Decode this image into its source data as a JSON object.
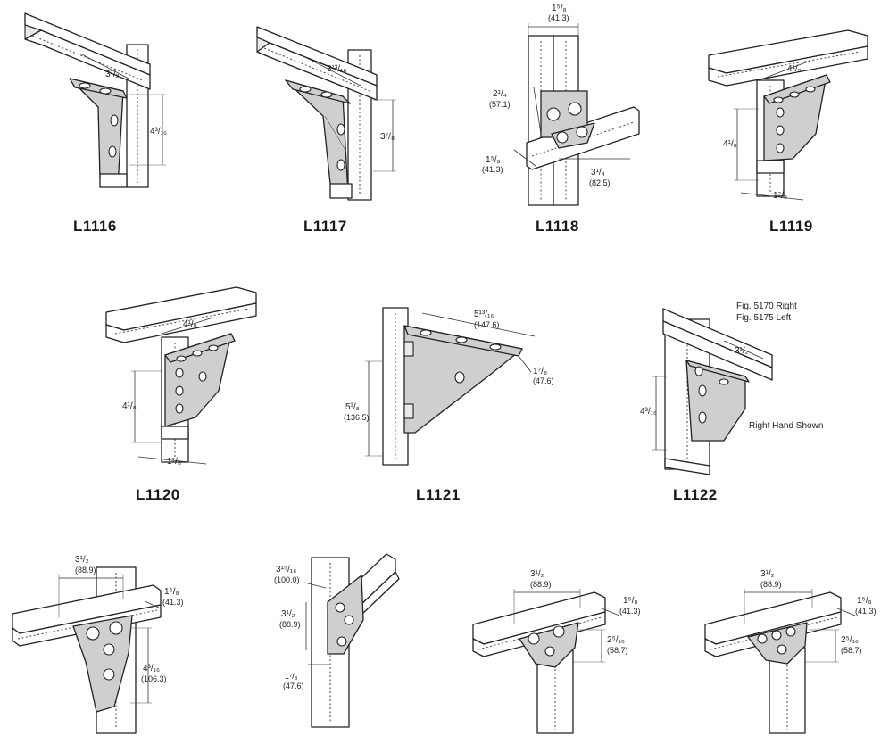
{
  "figures": [
    {
      "label": "L1116",
      "dims": [
        "3¹/₂",
        "4³/₁₆"
      ]
    },
    {
      "label": "L1117",
      "dims": [
        "3¹³/₁₆",
        "3⁷/₈"
      ]
    },
    {
      "label": "L1118",
      "dims": [
        "1⁵/₈",
        "(41.3)",
        "2¹/₄",
        "(57.1)",
        "1⁵/₈",
        "(41.3)",
        "3¹/₄",
        "(82.5)"
      ]
    },
    {
      "label": "L1119",
      "dims": [
        "4¹/₈",
        "4¹/₈",
        "1⁷/₈"
      ]
    },
    {
      "label": "L1120",
      "dims": [
        "4¹/₈",
        "4¹/₈",
        "1⁷/₈"
      ]
    },
    {
      "label": "L1121",
      "dims": [
        "5¹³/₁₆",
        "(147.6)",
        "1⁷/₈",
        "(47.6)",
        "5³/₈",
        "(136.5)"
      ]
    },
    {
      "label": "L1122",
      "dims": [
        "3¹/₂",
        "4³/₁₆"
      ],
      "notes": [
        "Fig. 5170 Right",
        "Fig. 5175 Left",
        "Right Hand Shown"
      ]
    },
    {
      "label": "",
      "dims": [
        "3¹/₂",
        "(88.9)",
        "1⁵/₈",
        "(41.3)",
        "4³/₁₆",
        "(106.3)"
      ]
    },
    {
      "label": "",
      "dims": [
        "3¹⁵/₁₆",
        "(100.0)",
        "3¹/₂",
        "(88.9)",
        "1⁷/₈",
        "(47.6)"
      ]
    },
    {
      "label": "",
      "dims": [
        "3¹/₂",
        "(88.9)",
        "1⁵/₈",
        "(41.3)",
        "2⁵/₁₆",
        "(58.7)"
      ]
    },
    {
      "label": "",
      "dims": [
        "3¹/₂",
        "(88.9)",
        "1⁵/₈",
        "(41.3)",
        "2⁵/₁₆",
        "(58.7)"
      ]
    }
  ]
}
